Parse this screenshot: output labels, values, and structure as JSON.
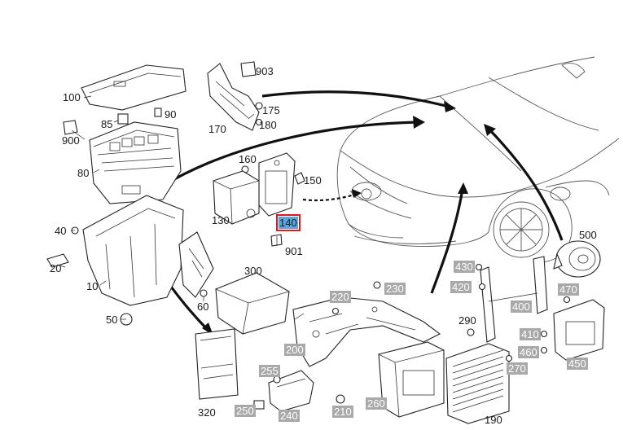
{
  "diagram": {
    "selected_part": "140",
    "callouts": [
      {
        "id": "100",
        "text": "100",
        "highlight": false
      },
      {
        "id": "85",
        "text": "85",
        "highlight": false
      },
      {
        "id": "90",
        "text": "90",
        "highlight": false
      },
      {
        "id": "900",
        "text": "900",
        "highlight": false
      },
      {
        "id": "80",
        "text": "80",
        "highlight": false
      },
      {
        "id": "903",
        "text": "903",
        "highlight": false
      },
      {
        "id": "175",
        "text": "175",
        "highlight": false
      },
      {
        "id": "170",
        "text": "170",
        "highlight": false
      },
      {
        "id": "180",
        "text": "180",
        "highlight": false
      },
      {
        "id": "160",
        "text": "160",
        "highlight": false
      },
      {
        "id": "150",
        "text": "150",
        "highlight": false
      },
      {
        "id": "130",
        "text": "130",
        "highlight": false
      },
      {
        "id": "140",
        "text": "140",
        "highlight": false,
        "selected": true
      },
      {
        "id": "901",
        "text": "901",
        "highlight": false
      },
      {
        "id": "40",
        "text": "40",
        "highlight": false
      },
      {
        "id": "20",
        "text": "20",
        "highlight": false
      },
      {
        "id": "10",
        "text": "10",
        "highlight": false
      },
      {
        "id": "50",
        "text": "50",
        "highlight": false
      },
      {
        "id": "60",
        "text": "60",
        "highlight": false
      },
      {
        "id": "300",
        "text": "300",
        "highlight": false
      },
      {
        "id": "320",
        "text": "320",
        "highlight": false
      },
      {
        "id": "220",
        "text": "220",
        "highlight": true
      },
      {
        "id": "230",
        "text": "230",
        "highlight": true
      },
      {
        "id": "200",
        "text": "200",
        "highlight": true
      },
      {
        "id": "255",
        "text": "255",
        "highlight": true
      },
      {
        "id": "250",
        "text": "250",
        "highlight": true
      },
      {
        "id": "240",
        "text": "240",
        "highlight": true
      },
      {
        "id": "210",
        "text": "210",
        "highlight": true
      },
      {
        "id": "260",
        "text": "260",
        "highlight": true
      },
      {
        "id": "190",
        "text": "190",
        "highlight": false
      },
      {
        "id": "430",
        "text": "430",
        "highlight": true
      },
      {
        "id": "420",
        "text": "420",
        "highlight": true
      },
      {
        "id": "290",
        "text": "290",
        "highlight": false
      },
      {
        "id": "400",
        "text": "400",
        "highlight": true
      },
      {
        "id": "470",
        "text": "470",
        "highlight": true
      },
      {
        "id": "410",
        "text": "410",
        "highlight": true
      },
      {
        "id": "460",
        "text": "460",
        "highlight": true
      },
      {
        "id": "270",
        "text": "270",
        "highlight": true
      },
      {
        "id": "450",
        "text": "450",
        "highlight": true
      },
      {
        "id": "500",
        "text": "500",
        "highlight": false
      }
    ]
  }
}
